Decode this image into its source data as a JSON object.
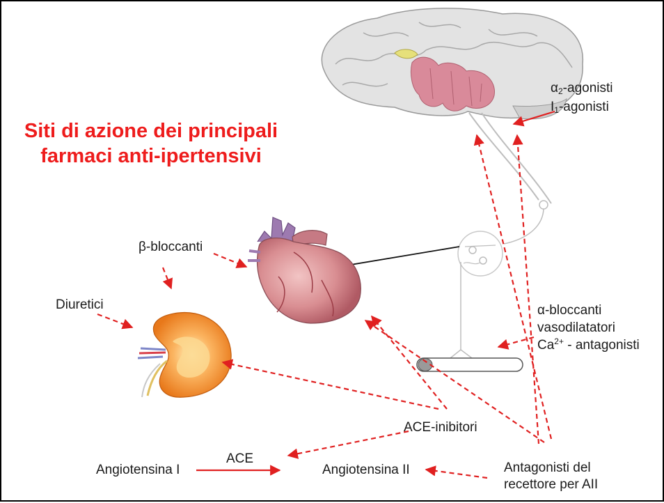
{
  "title": {
    "line1": "Siti di azione dei principali",
    "line2": "farmaci anti-ipertensivi"
  },
  "labels": {
    "alpha2_prefix": "α",
    "alpha2_sub": "2",
    "alpha2_rest": "-agonisti",
    "i1_prefix": "I",
    "i1_sub": "1",
    "i1_rest": "-agonisti",
    "beta_blockers": "β-bloccanti",
    "diuretics": "Diuretici",
    "alpha_blockers": "α-bloccanti",
    "vasodilators": "vasodilatatori",
    "ca_prefix": "Ca",
    "ca_sup": "2+",
    "ca_rest": " - antagonisti",
    "ace_inhibitors": "ACE-inibitori",
    "ace": "ACE",
    "angiotensin_1": "Angiotensina I",
    "angiotensin_2": "Angiotensina II",
    "at2_antagonists_line1": "Antagonisti del",
    "at2_antagonists_line2": "recettore per AII"
  },
  "colors": {
    "title": "#ee1c1c",
    "arrow": "#e02020",
    "text": "#1a1a1a",
    "brain_tissue": "#d9d9d9",
    "brain_highlight": "#d98a9a",
    "hypothalamus": "#e6e07a",
    "heart": "#c9707a",
    "kidney": "#f08a24"
  },
  "icons": [
    "brain-illustration",
    "heart-illustration",
    "kidney-illustration",
    "blood-vessel-illustration",
    "ganglion-illustration"
  ]
}
